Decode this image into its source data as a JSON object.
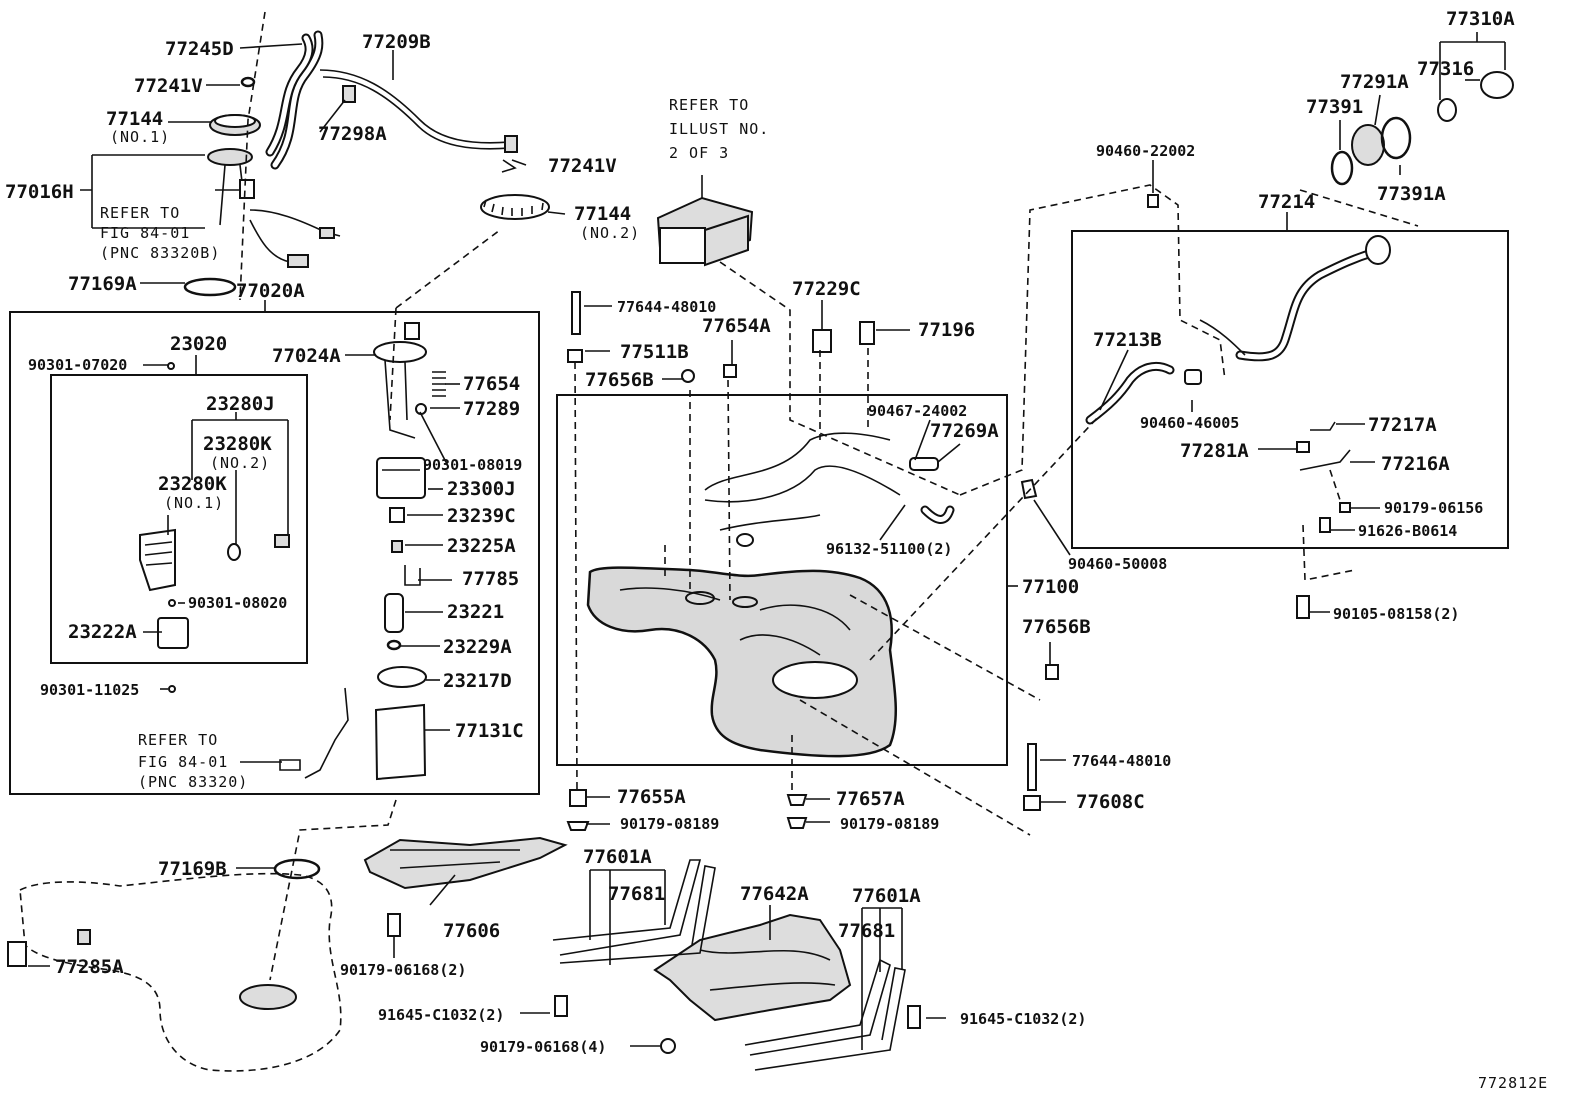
{
  "diagram_id": "772812E",
  "callouts": {
    "c77245D": "77245D",
    "c77209B": "77209B",
    "c77241V_a": "77241V",
    "c77144_a": "77144",
    "c77144_a_sub": "(NO.1)",
    "c77298A": "77298A",
    "c77016H": "77016H",
    "c77241V_b": "77241V",
    "c77144_b": "77144",
    "c77144_b_sub": "(NO.2)",
    "c77169A": "77169A",
    "c77020A": "77020A",
    "c23020": "23020",
    "c90301_07020": "90301-07020",
    "c77024A": "77024A",
    "c77654": "77654",
    "c77289": "77289",
    "c23280J": "23280J",
    "c23280K_a": "23280K",
    "c23280K_a_sub": "(NO.2)",
    "c23280K_b": "23280K",
    "c23280K_b_sub": "(NO.1)",
    "c90301_08019": "90301-08019",
    "c23300J": "23300J",
    "c23239C": "23239C",
    "c23225A": "23225A",
    "c77785": "77785",
    "c23221": "23221",
    "c90301_08020": "90301-08020",
    "c23222A": "23222A",
    "c23229A": "23229A",
    "c90301_11025": "90301-11025",
    "c23217D": "23217D",
    "c77131C": "77131C",
    "c77169B": "77169B",
    "c77285A": "77285A",
    "c77606": "77606",
    "c90179_06168_2": "90179-06168(2)",
    "c91645_C1032_2a": "91645-C1032(2)",
    "c90179_06168_4": "90179-06168(4)",
    "c77601A_a": "77601A",
    "c77681_a": "77681",
    "c77642A": "77642A",
    "c77601A_b": "77601A",
    "c77681_b": "77681",
    "c91645_C1032_2b": "91645-C1032(2)",
    "c77644_48010_a": "77644-48010",
    "c77654A": "77654A",
    "c77511B": "77511B",
    "c77656B_a": "77656B",
    "c77229C": "77229C",
    "c77196": "77196",
    "c90467_24002": "90467-24002",
    "c77269A": "77269A",
    "c96132_51100_2": "96132-51100(2)",
    "c77100": "77100",
    "c77656B_b": "77656B",
    "c77655A": "77655A",
    "c90179_08189_a": "90179-08189",
    "c77657A": "77657A",
    "c90179_08189_b": "90179-08189",
    "c77644_48010_b": "77644-48010",
    "c77608C": "77608C",
    "c90460_50008": "90460-50008",
    "c90460_22002": "90460-22002",
    "c77310A": "77310A",
    "c77316": "77316",
    "c77291A": "77291A",
    "c77391_a": "77391",
    "c77391A": "77391A",
    "c77214": "77214",
    "c77213B": "77213B",
    "c90460_46005": "90460-46005",
    "c77217A": "77217A",
    "c77281A": "77281A",
    "c77216A": "77216A",
    "c90179_06156": "90179-06156",
    "c91626_B0614": "91626-B0614",
    "c90105_08158_2": "90105-08158(2)"
  },
  "notes": {
    "refer_top_1": "REFER TO",
    "refer_top_2": "ILLUST NO.",
    "refer_top_3": "2 OF 3",
    "refer_a_1": "REFER TO",
    "refer_a_2": "FIG 84-01",
    "refer_a_3": "(PNC 83320B)",
    "refer_b_1": "REFER TO",
    "refer_b_2": "FIG 84-01",
    "refer_b_3": "(PNC 83320)"
  }
}
